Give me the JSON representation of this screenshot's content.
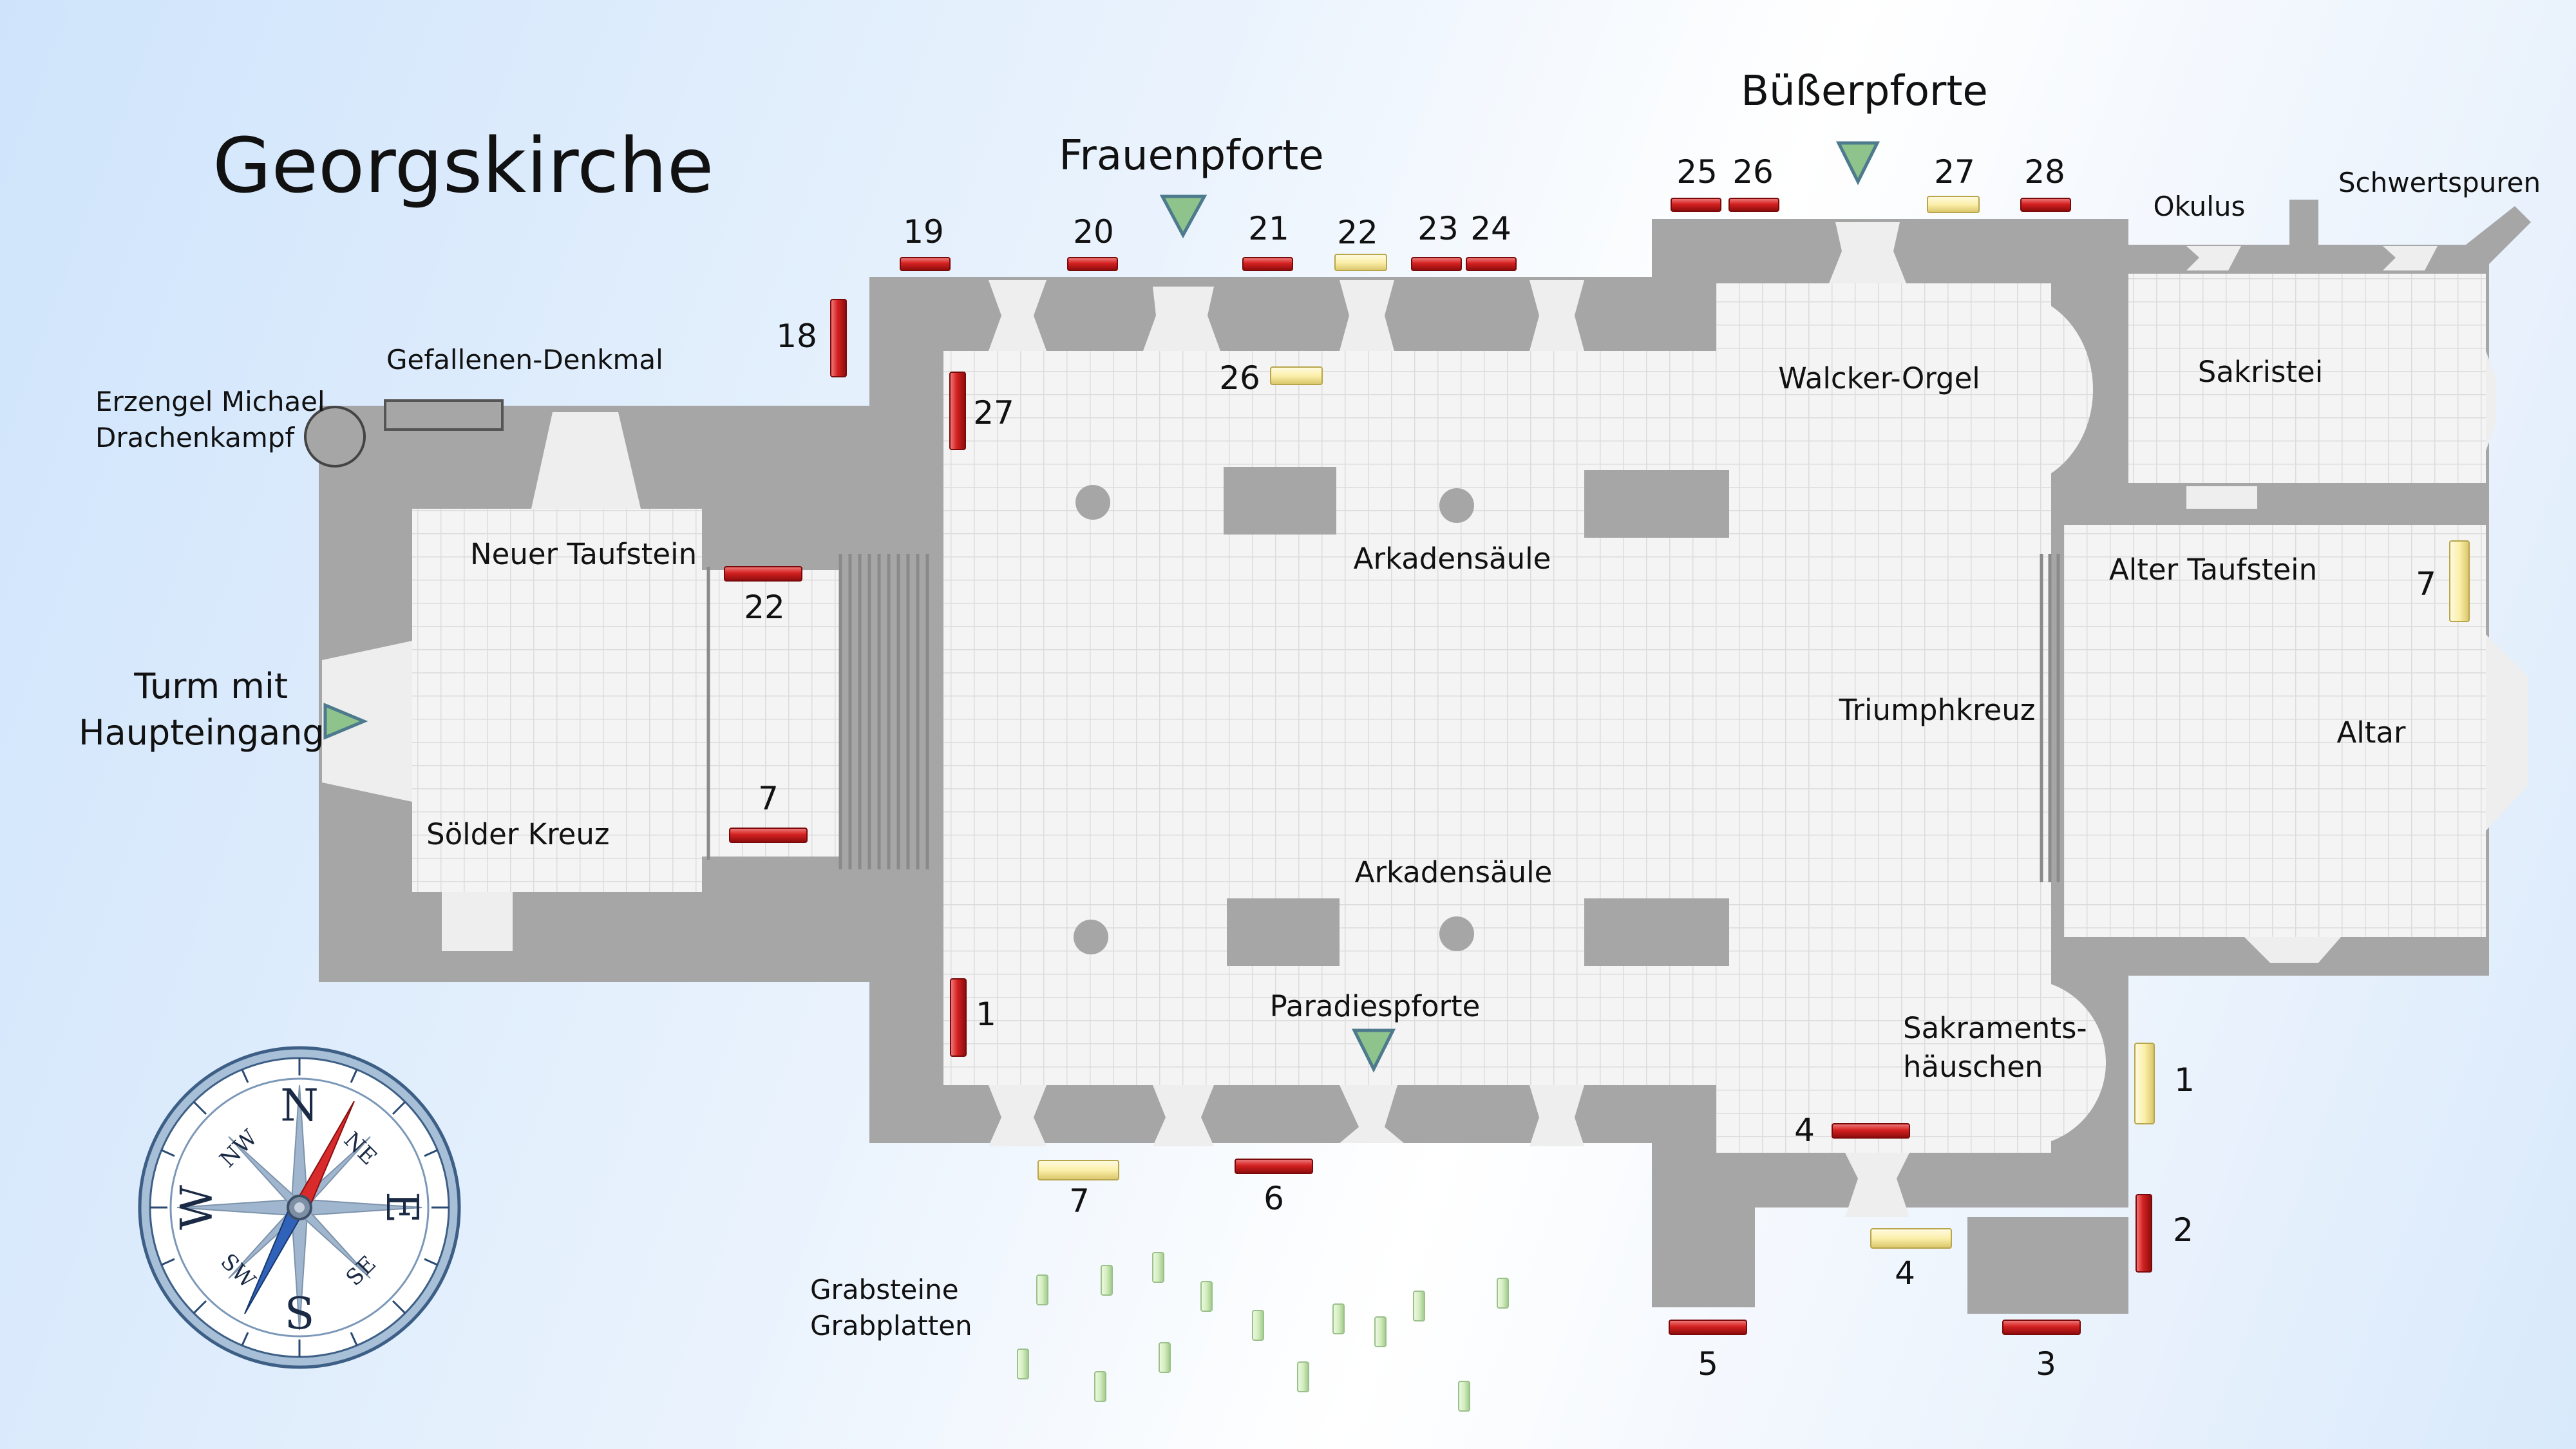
{
  "title": "Georgskirche",
  "doors": {
    "frauenpforte": "Frauenpforte",
    "buesserpforte": "Büßerpforte",
    "paradiespforte": "Paradiespforte",
    "tower": [
      "Turm mit",
      "Haupteingang"
    ]
  },
  "features": {
    "michael": [
      "Erzengel Michael",
      "Drachenkampf"
    ],
    "denkmal": "Gefallenen-Denkmal",
    "neuer_taufstein": "Neuer Taufstein",
    "soelder_kreuz": "Sölder Kreuz",
    "arkadensaeule_n": "Arkadensäule",
    "arkadensaeule_s": "Arkadensäule",
    "walcker_orgel": "Walcker-Orgel",
    "triumphkreuz": "Triumphkreuz",
    "sakristei": "Sakristei",
    "okulus": "Okulus",
    "schwertspuren": "Schwertspuren",
    "alter_taufstein": "Alter Taufstein",
    "altar": "Altar",
    "sakramentshaeuschen": [
      "Sakraments-",
      "häuschen"
    ],
    "grabsteine": [
      "Grabsteine",
      "Grabplatten"
    ]
  },
  "markers": [
    {
      "id": "m18",
      "label": "18",
      "kind": "red"
    },
    {
      "id": "m19",
      "label": "19",
      "kind": "red"
    },
    {
      "id": "m20",
      "label": "20",
      "kind": "red"
    },
    {
      "id": "m21",
      "label": "21",
      "kind": "red"
    },
    {
      "id": "m22n",
      "label": "22",
      "kind": "yellow"
    },
    {
      "id": "m23",
      "label": "23",
      "kind": "red"
    },
    {
      "id": "m24",
      "label": "24",
      "kind": "red"
    },
    {
      "id": "m25",
      "label": "25",
      "kind": "red"
    },
    {
      "id": "m26n",
      "label": "26",
      "kind": "red"
    },
    {
      "id": "m27n",
      "label": "27",
      "kind": "yellow"
    },
    {
      "id": "m28",
      "label": "28",
      "kind": "red"
    },
    {
      "id": "m26i",
      "label": "26",
      "kind": "yellow"
    },
    {
      "id": "m27i",
      "label": "27",
      "kind": "red"
    },
    {
      "id": "m22w",
      "label": "22",
      "kind": "red"
    },
    {
      "id": "m7w",
      "label": "7",
      "kind": "red"
    },
    {
      "id": "m1i",
      "label": "1",
      "kind": "red"
    },
    {
      "id": "m7s",
      "label": "7",
      "kind": "yellow"
    },
    {
      "id": "m6",
      "label": "6",
      "kind": "red"
    },
    {
      "id": "m4i",
      "label": "4",
      "kind": "red"
    },
    {
      "id": "m4o",
      "label": "4",
      "kind": "yellow"
    },
    {
      "id": "m5",
      "label": "5",
      "kind": "red"
    },
    {
      "id": "m3",
      "label": "3",
      "kind": "red"
    },
    {
      "id": "m1e",
      "label": "1",
      "kind": "yellow"
    },
    {
      "id": "m2",
      "label": "2",
      "kind": "red"
    },
    {
      "id": "m7e",
      "label": "7",
      "kind": "yellow"
    }
  ],
  "compass": {
    "n": "N",
    "s": "S",
    "e": "E",
    "w": "W",
    "ne": "NE",
    "nw": "NW",
    "se": "SE",
    "sw": "SW"
  },
  "colors": {
    "wall": "#a6a6a6",
    "floor": "#f2f2f2",
    "marker_red": "#d42020",
    "marker_yellow": "#fbf1b4",
    "door_triangle": "#8fc38c",
    "gravestone": "#d9f0c8",
    "background": "#dcebfb"
  }
}
